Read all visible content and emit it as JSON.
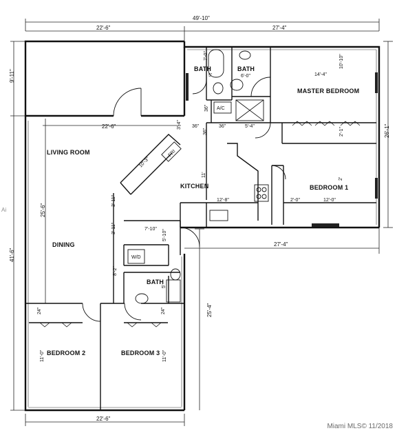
{
  "rooms": {
    "bath_a": "BATH",
    "bath_b": "BATH",
    "master_bedroom": "MASTER BEDROOM",
    "living_room": "LIVING ROOM",
    "kitchen": "KITCHEN",
    "bedroom_1": "BEDROOM  1",
    "dining": "DINING",
    "bath_c": "BATH",
    "bedroom_2": "BEDROOM  2",
    "bedroom_3": "BEDROOM  3"
  },
  "fixtures": {
    "ac": "A/C",
    "fri": "FRI",
    "wd": "W/D"
  },
  "dimensions": {
    "overall_width": "49'-10\"",
    "top_left_width": "22'-6\"",
    "top_right_width": "27'-4\"",
    "left_top_height": "9'-11\"",
    "left_overall_height": "41'-6\"",
    "living_width": "22'-6\"",
    "living_height": "25'-6\"",
    "right_height": "26'-1\"",
    "bath_a_w": "5'",
    "bath_a_h": "7'-0\"",
    "bath_b_w": "6'-0\"",
    "master_w": "14'-4\"",
    "master_h": "10'-10\"",
    "closet_36_a": "36\"",
    "closet_36_b": "36\"",
    "closet_36_c": "36\"",
    "closet_36_d": "36\"",
    "closet_54": "5'-4\"",
    "diag_34": "3'-4\"",
    "diag_103": "10'-3\"",
    "kitchen_11": "11'",
    "kitchen_128": "12'-8\"",
    "bed1_21": "2'-1\"",
    "bed1_2": "2'",
    "bed1_20": "2'-0\"",
    "bed1_120": "12'-0\"",
    "dining_311a": "3'-11\"",
    "dining_311b": "3'-11\"",
    "dining_710": "7'-10\"",
    "dining_510": "5'-10\"",
    "dining_82": "8'-2\"",
    "bath_c_w": "5'",
    "right_lower_w": "27'-4\"",
    "right_lower_h": "25'-4\"",
    "bed2_24": "24\"",
    "bed3_24": "24\"",
    "bed2_h": "11'-0\"",
    "bed3_h": "11'-0\"",
    "bottom_width": "22'-6\""
  },
  "watermark": "Miami MLS© 11/2018",
  "side_watermark": "Ai"
}
